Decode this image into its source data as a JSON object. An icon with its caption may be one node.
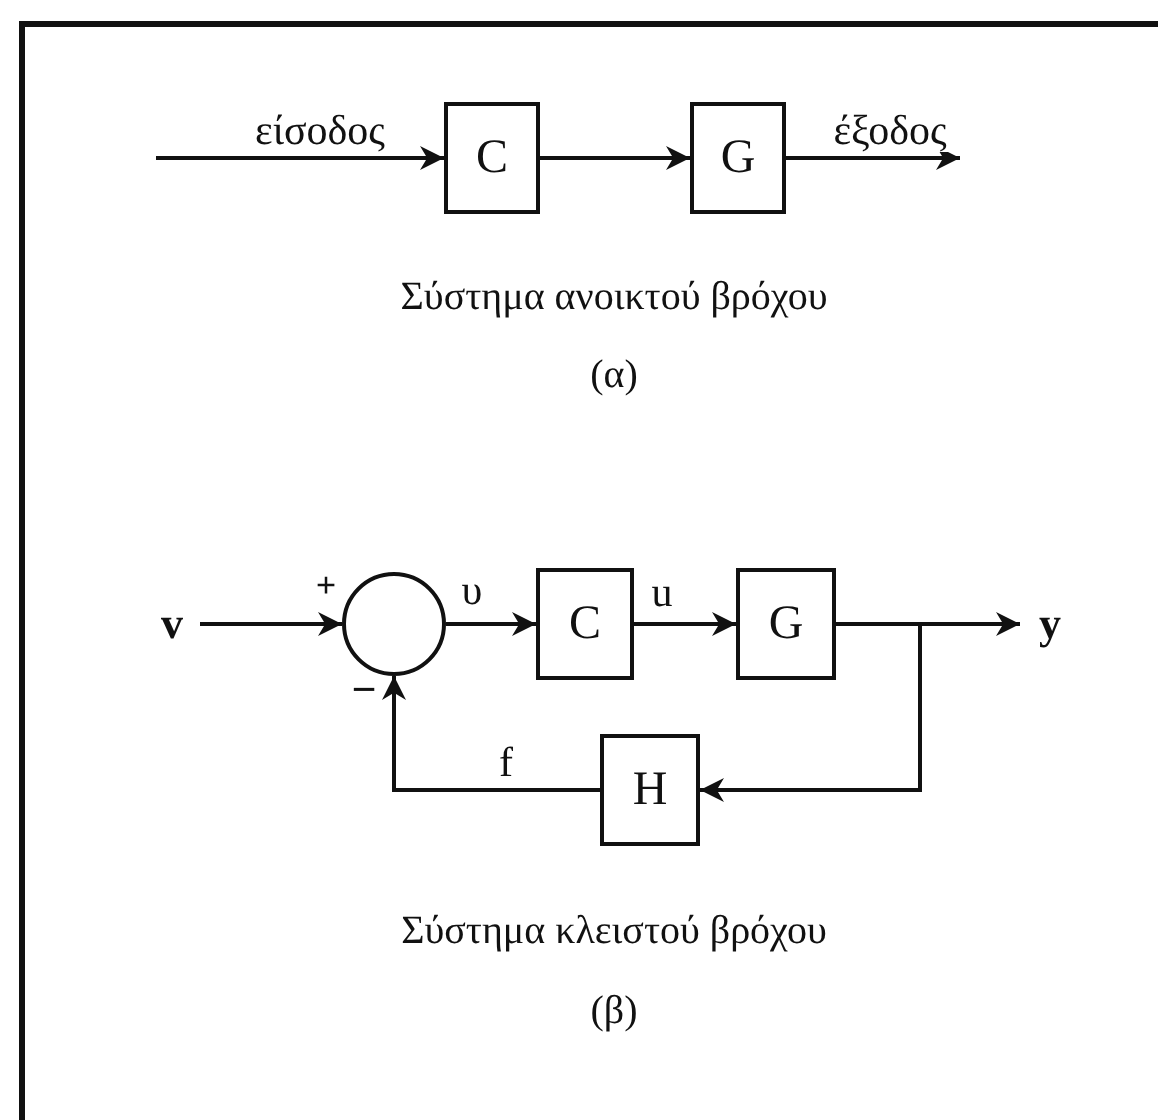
{
  "diagram": {
    "nodes": [
      {
        "text": [
          "C"
        ]
      },
      {
        "text": [
          "G"
        ]
      },
      {
        "text": [
          "v"
        ]
      },
      {
        "text": [],
        "shape": "circle"
      },
      {
        "text": [
          "C"
        ]
      },
      {
        "text": [
          "G"
        ]
      },
      {
        "text": [
          "y"
        ]
      },
      {
        "text": [
          "H"
        ]
      }
    ],
    "edges": [
      {
        "from": null,
        "to": 0,
        "arrow": "to",
        "label": "είσοδος"
      },
      {
        "from": 0,
        "to": 1,
        "arrow": "to"
      },
      {
        "from": 1,
        "to": null,
        "arrow": "to",
        "label": "έξοδος"
      },
      {
        "from": 2,
        "to": 3,
        "arrow": "to"
      },
      {
        "from": 3,
        "to": 4,
        "arrow": "to",
        "label": "υ"
      },
      {
        "from": 4,
        "to": 5,
        "arrow": "to",
        "label": "u"
      },
      {
        "from": 5,
        "to": 6,
        "arrow": "to"
      },
      {
        "from": 5,
        "to": 7,
        "arrow": "to"
      },
      {
        "from": 7,
        "to": 3,
        "arrow": "to",
        "label": "f"
      }
    ],
    "labels": [
      "Σύστημα ανοικτού βρόχου",
      "(α)",
      "+",
      "−",
      "Σύστημα κλειστού βρόχου",
      "(β)"
    ]
  }
}
